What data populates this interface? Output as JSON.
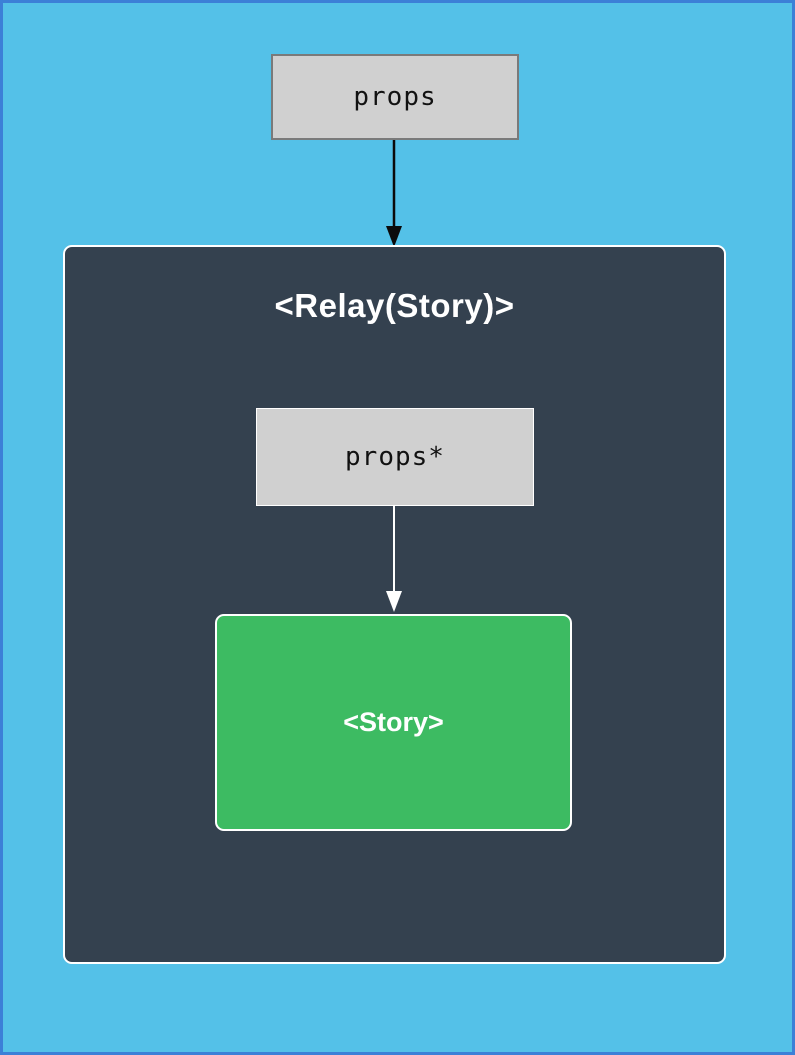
{
  "page": {
    "background_color": "#54c1e8",
    "frame_border_color": "#3c80d7"
  },
  "diagram": {
    "outer_props_box": {
      "label": "props",
      "bg_color": "#d0d0d0",
      "border_color": "#7a7a7a"
    },
    "outer_props_arrow": {
      "color": "#000000",
      "direction": "down"
    },
    "relay_container": {
      "title": "<Relay(Story)>",
      "bg_color": "#34414f",
      "border_color": "#ffffff",
      "title_color": "#ffffff"
    },
    "inner_props_box": {
      "label": "props*",
      "bg_color": "#d0d0d0",
      "border_color": "#ffffff"
    },
    "inner_props_arrow": {
      "color": "#ffffff",
      "direction": "down"
    },
    "story_box": {
      "label": "<Story>",
      "bg_color": "#3dbb62",
      "border_color": "#ffffff",
      "label_color": "#ffffff"
    }
  }
}
